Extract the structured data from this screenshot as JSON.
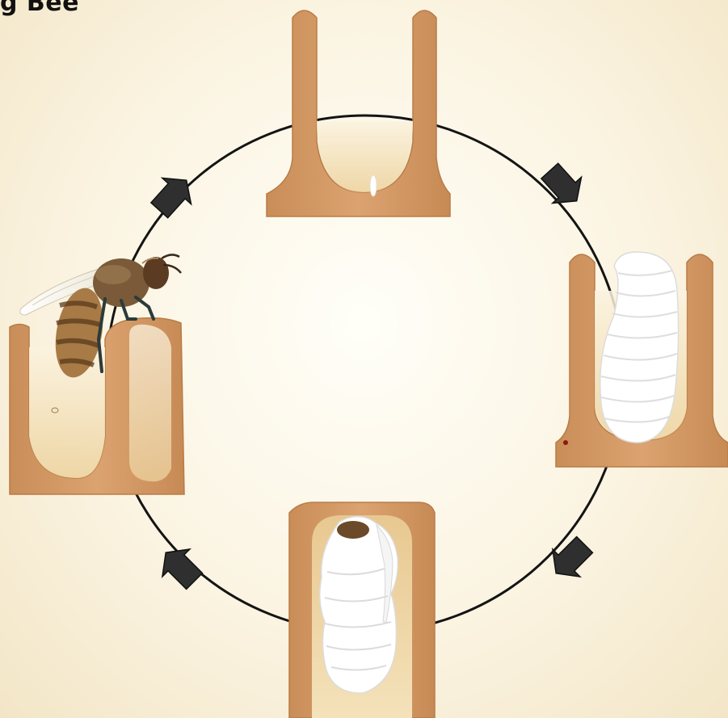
{
  "title": "g Bee",
  "colors": {
    "cell_wax": "#d39a66",
    "cell_edge": "#b97c47",
    "cell_inner": "#f3e0b8",
    "cycle_line": "#141414",
    "arrow": "#2f2f2f",
    "larva": "#ffffff",
    "bee_body": "#8a5a2e"
  },
  "stages": [
    {
      "name": "egg",
      "icon": "egg-in-cell"
    },
    {
      "name": "larva",
      "icon": "larva-in-cell"
    },
    {
      "name": "pupa",
      "icon": "pupa-in-sealed-cell"
    },
    {
      "name": "adult",
      "icon": "adult-bee-emerging"
    }
  ]
}
